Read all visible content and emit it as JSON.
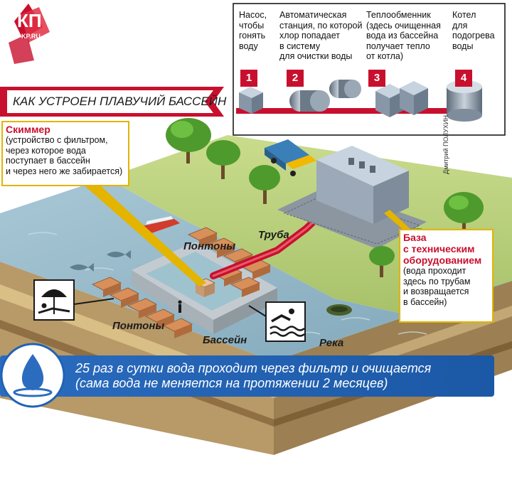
{
  "brand": {
    "logo_text": "КП",
    "logo_sub": "KP.RU",
    "color": "#c8102e"
  },
  "title": "КАК УСТРОЕН ПЛАВУЧИЙ БАССЕЙН",
  "equipment": [
    {
      "num": "1",
      "label": "Насос,\nчтобы\nгонять\nводу"
    },
    {
      "num": "2",
      "label": "Автоматическая\nстанция, по которой\nхлор попадает\nв систему\nдля очистки воды"
    },
    {
      "num": "3",
      "label": "Теплообменник\n(здесь очищенная\nвода из бассейна\nполучает тепло\nот котла)"
    },
    {
      "num": "4",
      "label": "Котел\nдля\nподогрева\nводы"
    }
  ],
  "skimmer": {
    "title": "Скиммер",
    "text": "(устройство с фильтром,\nчерез которое вода\nпоступает в бассейн\nи через него же забирается)"
  },
  "base": {
    "title": "База\nс техническим\nоборудованием",
    "text": "(вода проходит\nздесь по трубам\nи возвращается\nв бассейн)"
  },
  "labels": {
    "pipe": "Труба",
    "pontoons_top": "Понтоны",
    "pontoons_left": "Понтоны",
    "pool": "Бассейн",
    "river": "Река"
  },
  "author": "Дмитрий ПОЛУХИН",
  "banner": {
    "text": "25 раз в сутки вода проходит через фильтр и очищается\n(сама вода не меняется на протяжении 2 месяцев)"
  },
  "colors": {
    "accent": "#c8102e",
    "callout_border": "#e3b400",
    "banner": "#1f63b4",
    "water": "#8fb3c4",
    "grass": "#b7cf7a"
  }
}
